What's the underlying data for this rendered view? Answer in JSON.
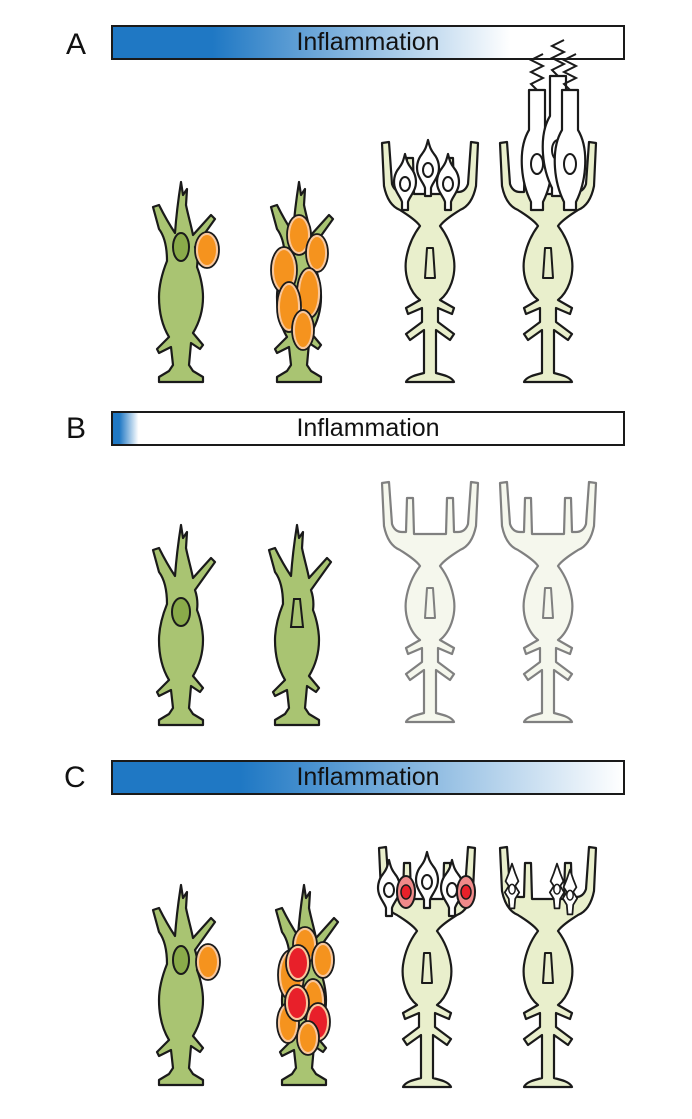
{
  "panels": [
    {
      "letter": "A",
      "bar_label": "Inflammation",
      "inflammation_gradient_extent": 0.78
    },
    {
      "letter": "B",
      "bar_label": "Inflammation",
      "inflammation_gradient_extent": 0.05
    },
    {
      "letter": "C",
      "bar_label": "Inflammation",
      "inflammation_gradient_extent": 1.0
    }
  ],
  "colors": {
    "gradient_blue": "#1f78c4",
    "early_cell_fill": "#a9c472",
    "early_nucleus_fill": "#8aab4a",
    "late_cell_fill": "#e9efcc",
    "faded_cell_fill": "#eef1df",
    "orange_cell_fill": "#f5931e",
    "orange_cell_rim": "#f8c79c",
    "red_cell_fill": "#e8202a",
    "pink_cell_fill": "#f08a8a",
    "outline": "#1a1a1a"
  }
}
